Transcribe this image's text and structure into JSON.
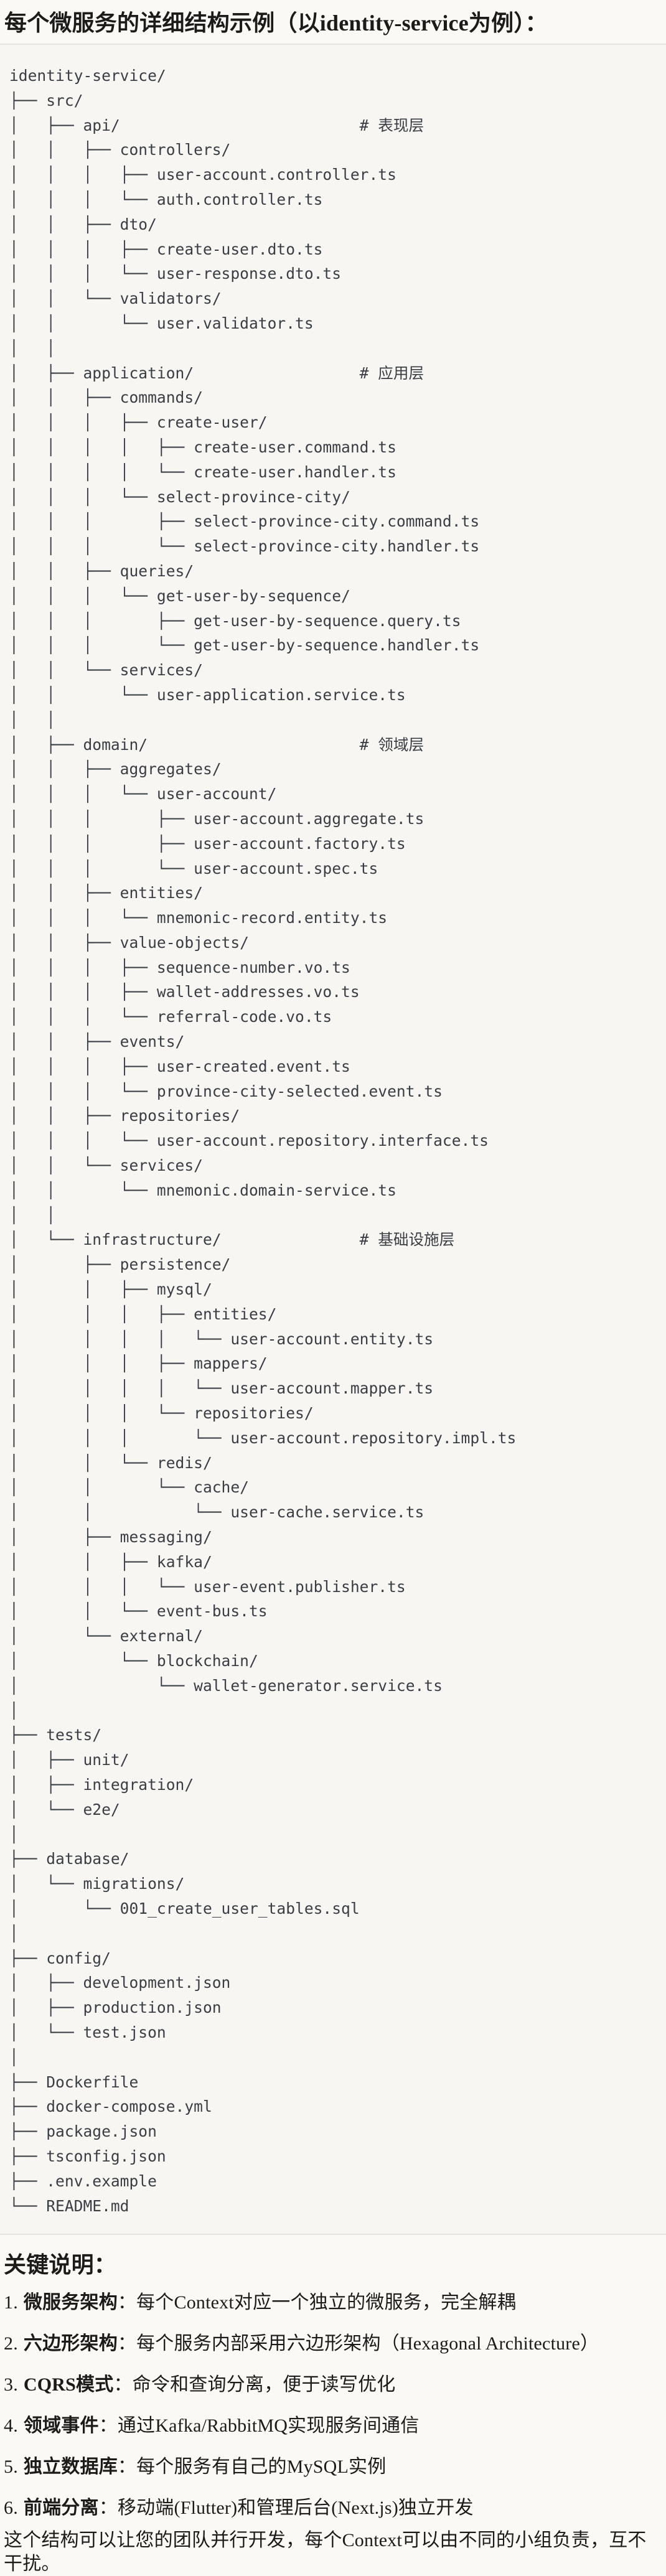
{
  "page": {
    "title": "每个微服务的详细结构示例（以identity-service为例）：",
    "closing": "这个结构可以让您的团队并行开发，每个Context可以由不同的小组负责，互不干扰。"
  },
  "code_block": {
    "lines": [
      "identity-service/",
      "├── src/",
      "│   ├── api/                          # 表现层",
      "│   │   ├── controllers/",
      "│   │   │   ├── user-account.controller.ts",
      "│   │   │   └── auth.controller.ts",
      "│   │   ├── dto/",
      "│   │   │   ├── create-user.dto.ts",
      "│   │   │   └── user-response.dto.ts",
      "│   │   └── validators/",
      "│   │       └── user.validator.ts",
      "│   │",
      "│   ├── application/                  # 应用层",
      "│   │   ├── commands/",
      "│   │   │   ├── create-user/",
      "│   │   │   │   ├── create-user.command.ts",
      "│   │   │   │   └── create-user.handler.ts",
      "│   │   │   └── select-province-city/",
      "│   │   │       ├── select-province-city.command.ts",
      "│   │   │       └── select-province-city.handler.ts",
      "│   │   ├── queries/",
      "│   │   │   └── get-user-by-sequence/",
      "│   │   │       ├── get-user-by-sequence.query.ts",
      "│   │   │       └── get-user-by-sequence.handler.ts",
      "│   │   └── services/",
      "│   │       └── user-application.service.ts",
      "│   │",
      "│   ├── domain/                       # 领域层",
      "│   │   ├── aggregates/",
      "│   │   │   └── user-account/",
      "│   │   │       ├── user-account.aggregate.ts",
      "│   │   │       ├── user-account.factory.ts",
      "│   │   │       └── user-account.spec.ts",
      "│   │   ├── entities/",
      "│   │   │   └── mnemonic-record.entity.ts",
      "│   │   ├── value-objects/",
      "│   │   │   ├── sequence-number.vo.ts",
      "│   │   │   ├── wallet-addresses.vo.ts",
      "│   │   │   └── referral-code.vo.ts",
      "│   │   ├── events/",
      "│   │   │   ├── user-created.event.ts",
      "│   │   │   └── province-city-selected.event.ts",
      "│   │   ├── repositories/",
      "│   │   │   └── user-account.repository.interface.ts",
      "│   │   └── services/",
      "│   │       └── mnemonic.domain-service.ts",
      "│   │",
      "│   └── infrastructure/               # 基础设施层",
      "│       ├── persistence/",
      "│       │   ├── mysql/",
      "│       │   │   ├── entities/",
      "│       │   │   │   └── user-account.entity.ts",
      "│       │   │   ├── mappers/",
      "│       │   │   │   └── user-account.mapper.ts",
      "│       │   │   └── repositories/",
      "│       │   │       └── user-account.repository.impl.ts",
      "│       │   └── redis/",
      "│       │       └── cache/",
      "│       │           └── user-cache.service.ts",
      "│       ├── messaging/",
      "│       │   ├── kafka/",
      "│       │   │   └── user-event.publisher.ts",
      "│       │   └── event-bus.ts",
      "│       └── external/",
      "│           └── blockchain/",
      "│               └── wallet-generator.service.ts",
      "│",
      "├── tests/",
      "│   ├── unit/",
      "│   ├── integration/",
      "│   └── e2e/",
      "│",
      "├── database/",
      "│   └── migrations/",
      "│       └── 001_create_user_tables.sql",
      "│",
      "├── config/",
      "│   ├── development.json",
      "│   ├── production.json",
      "│   └── test.json",
      "│",
      "├── Dockerfile",
      "├── docker-compose.yml",
      "├── package.json",
      "├── tsconfig.json",
      "├── .env.example",
      "└── README.md"
    ]
  },
  "notes": {
    "title": "关键说明：",
    "items": [
      {
        "num": "1.",
        "label": "微服务架构",
        "colon": "：",
        "text": "每个Context对应一个独立的微服务，完全解耦"
      },
      {
        "num": "2.",
        "label": "六边形架构",
        "colon": "：",
        "text": "每个服务内部采用六边形架构（Hexagonal Architecture）"
      },
      {
        "num": "3.",
        "label": "CQRS模式",
        "colon": "：",
        "text": "命令和查询分离，便于读写优化"
      },
      {
        "num": "4.",
        "label": "领域事件",
        "colon": "：",
        "text": "通过Kafka/RabbitMQ实现服务间通信"
      },
      {
        "num": "5.",
        "label": "独立数据库",
        "colon": "：",
        "text": "每个服务有自己的MySQL实例"
      },
      {
        "num": "6.",
        "label": "前端分离",
        "colon": "：",
        "text": "移动端(Flutter)和管理后台(Next.js)独立开发"
      }
    ]
  },
  "colors": {
    "page_bg": "#FAF9F6",
    "code_bg": "#F7F6F2",
    "divider": "#E7E5E0",
    "code_text": "#3A3E44",
    "text": "#1C1B19"
  }
}
